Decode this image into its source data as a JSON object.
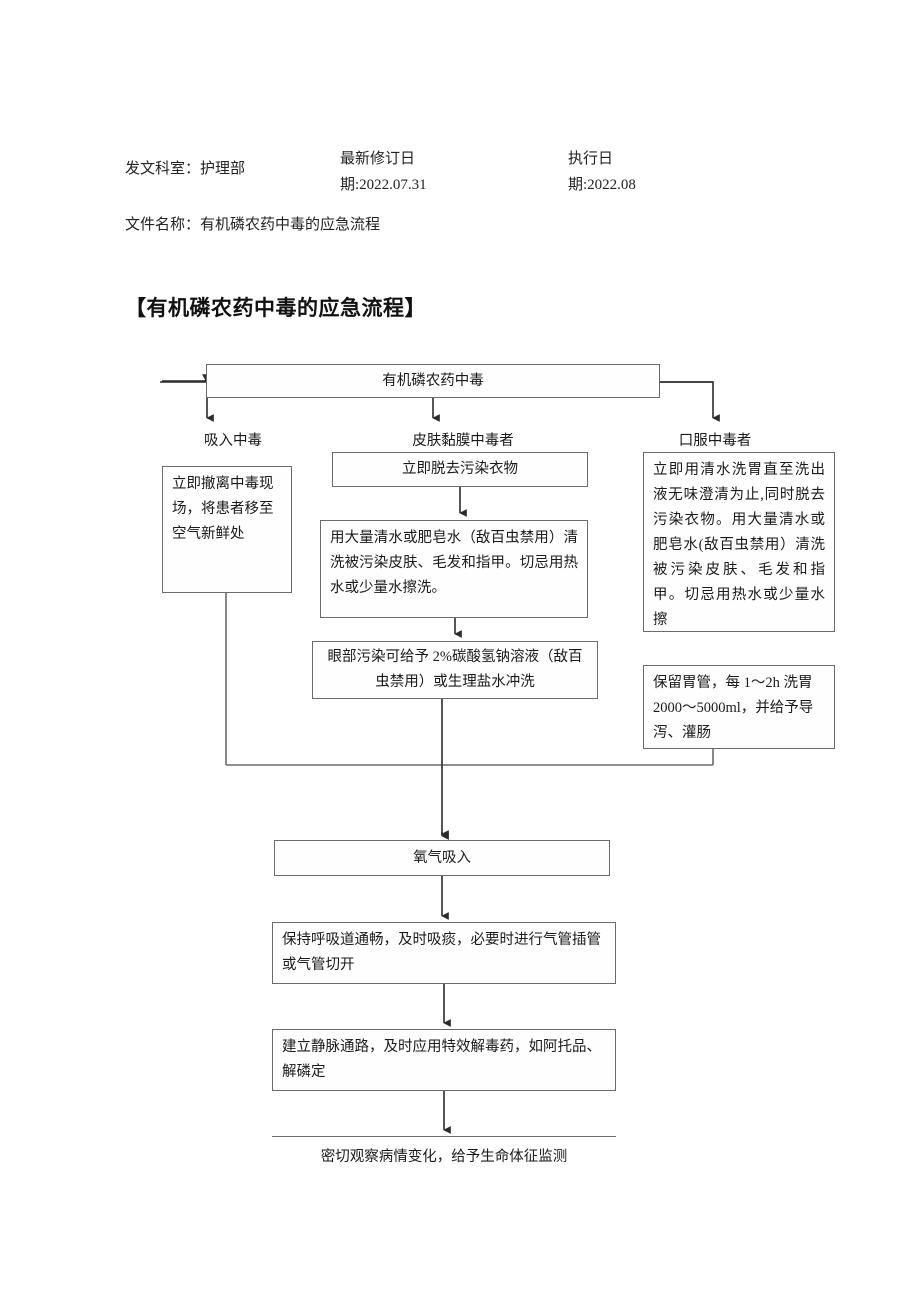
{
  "header": {
    "dept_label": "发文科室：护理部",
    "revision_line1": "最新修订日",
    "revision_line2": "期:2022.07.31",
    "exec_line1": "执行日",
    "exec_line2": "期:2022.08",
    "file_label": "文件名称：有机磷农药中毒的应急流程"
  },
  "title": "【有机磷农药中毒的应急流程】",
  "flow": {
    "root": "有机磷农药中毒",
    "branch_labels": {
      "inhalation": "吸入中毒",
      "skin": "皮肤黏膜中毒者",
      "oral": "口服中毒者"
    },
    "left": {
      "step1": "立即撤离中毒现场，将患者移至空气新鲜处"
    },
    "middle": {
      "step1": "立即脱去污染衣物",
      "step2": "用大量清水或肥皂水（敌百虫禁用）清洗被污染皮肤、毛发和指甲。切忌用热水或少量水擦洗。",
      "step3": "眼部污染可给予 2%碳酸氢钠溶液（敌百虫禁用）或生理盐水冲洗"
    },
    "right": {
      "step1": "立即用清水洗胃直至洗出液无味澄清为止,同时脱去污染衣物。用大量清水或肥皂水(敌百虫禁用）清洗被污染皮肤、毛发和指甲。切忌用热水或少量水擦",
      "step2": "保留胃管，每 1～2h 洗胃 2000～5000ml，并给予导泻、灌肠"
    },
    "common": {
      "oxygen": "氧气吸入",
      "airway": "保持呼吸道通畅，及时吸痰，必要时进行气管插管或气管切开",
      "iv": "建立静脉通路，及时应用特效解毒药，如阿托品、解磷定",
      "monitor": "密切观察病情变化，给予生命体征监测"
    }
  },
  "colors": {
    "line": "#6b6b6b",
    "arrow": "#2b2b2b",
    "text": "#1a1a1a",
    "page_bg": "#ffffff"
  }
}
